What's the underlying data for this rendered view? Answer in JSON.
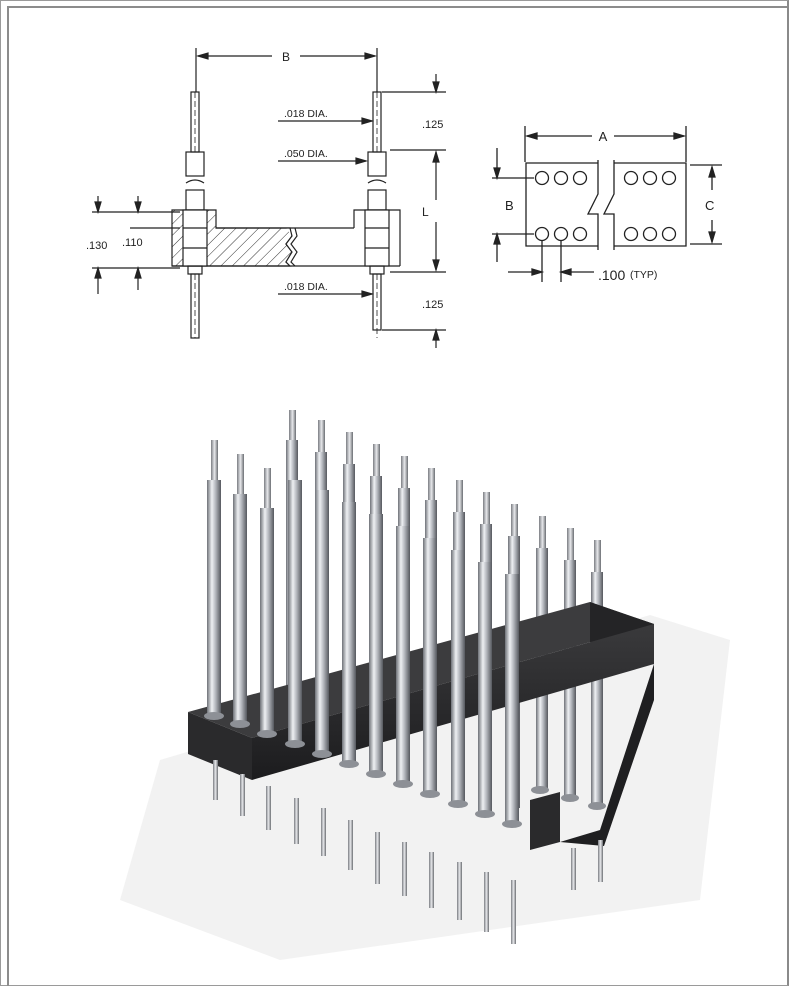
{
  "drawing": {
    "side_view": {
      "dim_B": "B",
      "pin_top_dia": ".018 DIA.",
      "sleeve_dia": ".050 DIA.",
      "pin_bottom_dia": ".018 DIA.",
      "top_pin_length": ".125",
      "bottom_pin_length": ".125",
      "dim_L": "L",
      "body_height_outer": ".130",
      "body_height_inner": ".110"
    },
    "top_view": {
      "dim_A": "A",
      "dim_B": "B",
      "dim_C": "C",
      "pitch": ".100",
      "pitch_note": "(TYP)"
    }
  },
  "product_render": {
    "description_icon": "dip-socket-extended-pins-render",
    "body_color": "#2a2a2a",
    "pin_color": "#b9bcc2"
  }
}
